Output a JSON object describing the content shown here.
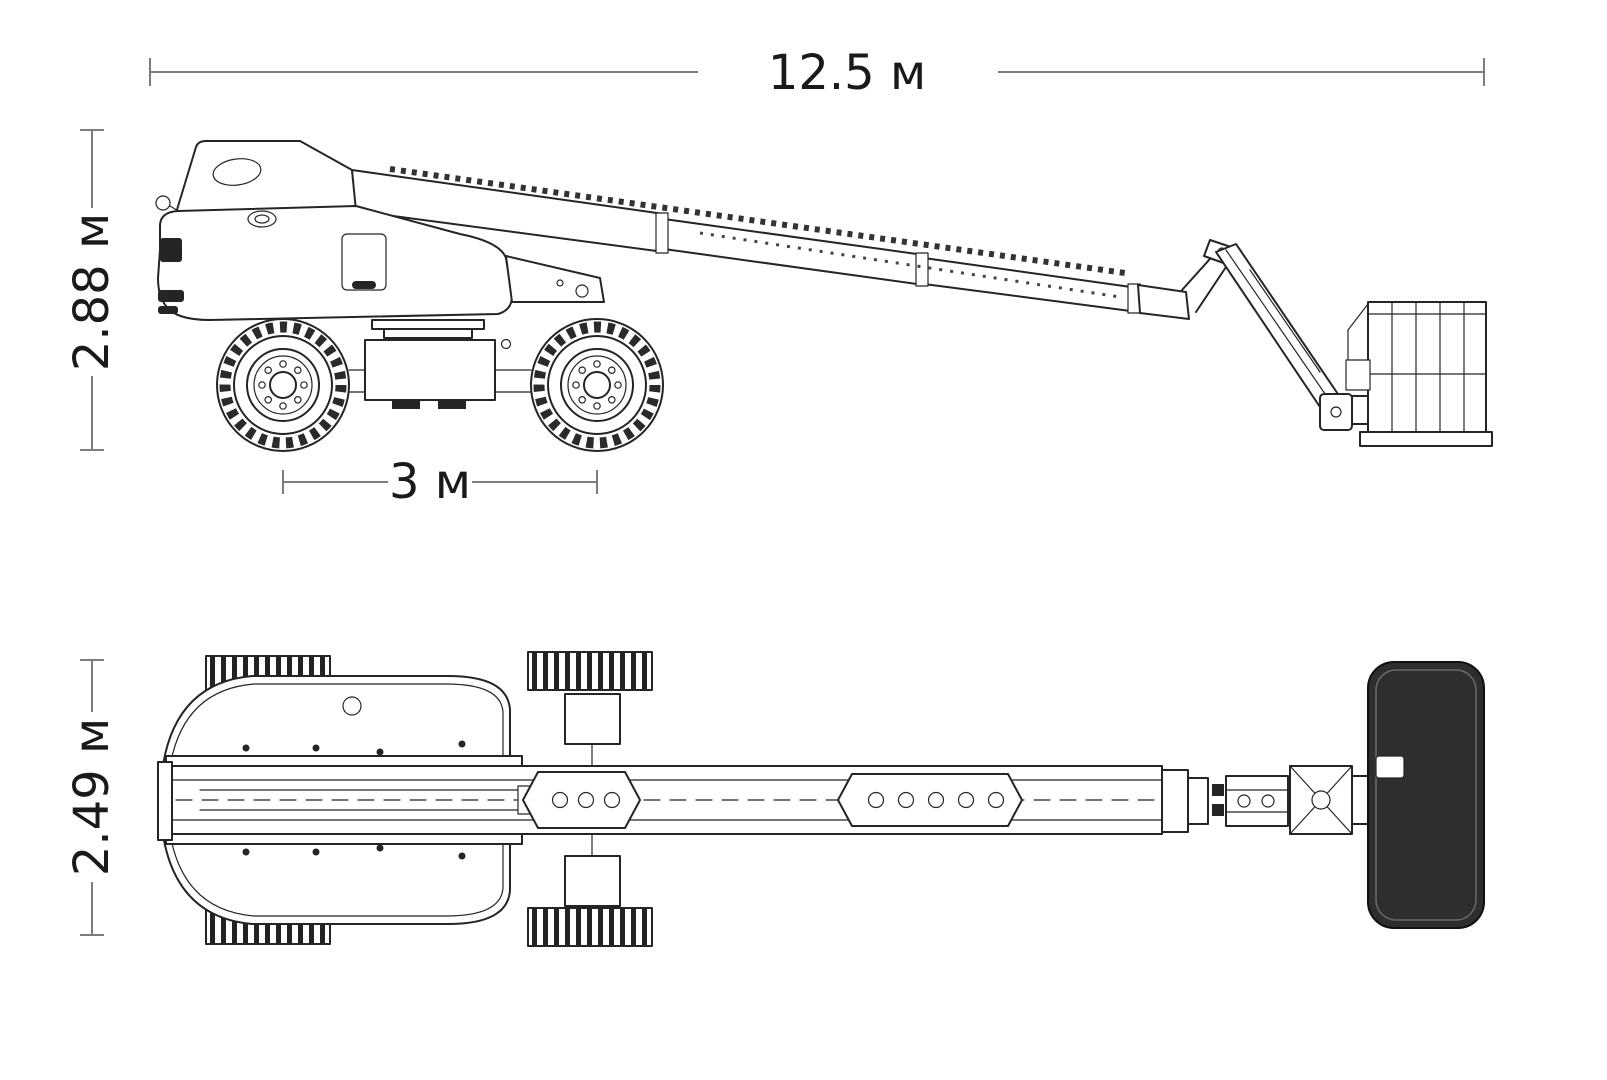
{
  "diagram": {
    "dimensions": {
      "overall_length": "12.5 м",
      "overall_height": "2.88 м",
      "wheelbase": "3 м",
      "overall_width": "2.49 м"
    },
    "colors": {
      "background": "#ffffff",
      "line": "#252525",
      "dimension_line": "#7d7d7d",
      "text": "#1a1a1a",
      "platform_fill": "#2e2e2e"
    }
  }
}
